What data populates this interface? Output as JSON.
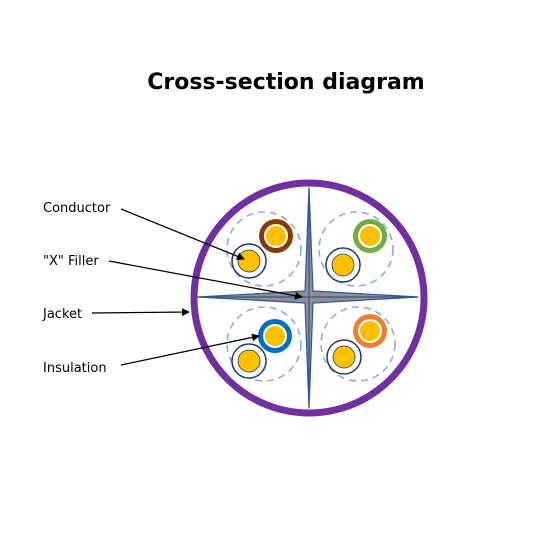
{
  "title": "Cross-section diagram",
  "labels": {
    "conductor": "Conductor",
    "x_filler": "\"X\" Filler",
    "jacket": "Jacket",
    "insulation": "Insulation"
  },
  "colors": {
    "jacket": "#7030a0",
    "filler": "#8f8f8f",
    "filler_outline": "#2f5597",
    "conductor": "#ffc000",
    "pair_outline": "#8faadc",
    "pair_brown": "#843c0c",
    "pair_green": "#70ad47",
    "pair_blue": "#0070c0",
    "pair_orange": "#ed7d31",
    "white_wire_outline": "#1f3864",
    "arrow": "#000000"
  },
  "pairs": [
    {
      "name": "brown",
      "stripe_color": "brown"
    },
    {
      "name": "green",
      "stripe_color": "green"
    },
    {
      "name": "blue",
      "stripe_color": "blue"
    },
    {
      "name": "orange",
      "stripe_color": "orange"
    }
  ]
}
